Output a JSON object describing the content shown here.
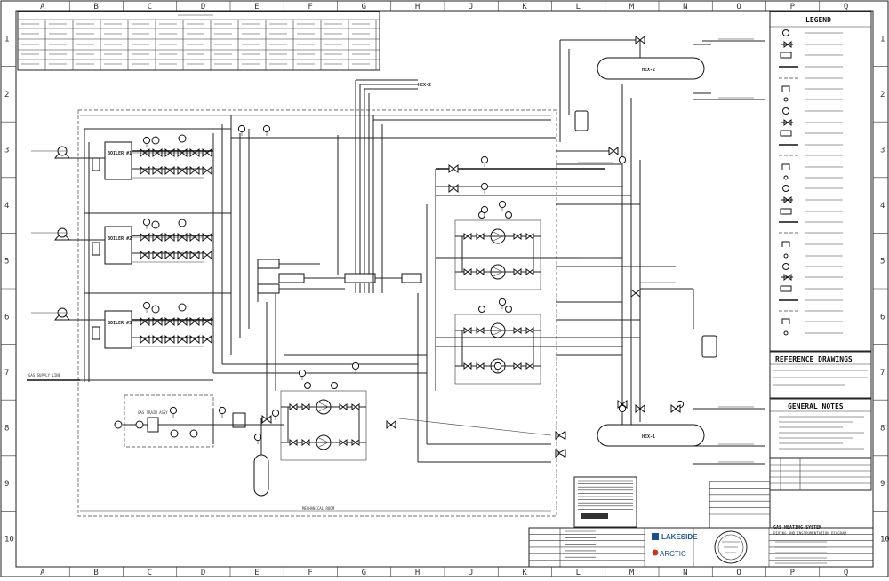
{
  "grid": {
    "columns": [
      "A",
      "B",
      "C",
      "D",
      "E",
      "F",
      "G",
      "H",
      "J",
      "K",
      "L",
      "M",
      "N",
      "O",
      "P",
      "Q"
    ],
    "rows": [
      "1",
      "2",
      "3",
      "4",
      "5",
      "6",
      "7",
      "8",
      "9",
      "10"
    ]
  },
  "panels": {
    "legend_title": "LEGEND",
    "reference_title": "REFERENCE DRAWINGS",
    "notes_title": "GENERAL NOTES"
  },
  "equipment": {
    "boiler_1": "BOILER #1",
    "boiler_2": "BOILER #2",
    "boiler_3": "BOILER #3",
    "hex_upper": "HEX-2",
    "hex_lower": "HEX-1",
    "header_tag": "HEX-2"
  },
  "title_block": {
    "title_line_1": "GAS HEATING SYSTEM",
    "title_line_2": "PIPING AND INSTRUMENTATION DIAGRAM",
    "logo_1": "LAKESIDE",
    "logo_2": "ARCTIC"
  }
}
